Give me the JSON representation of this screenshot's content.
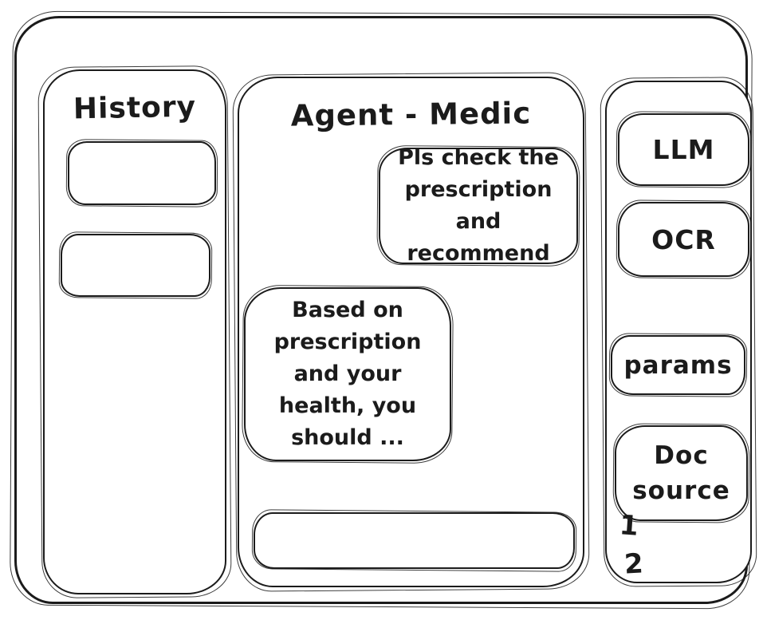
{
  "history_panel": {
    "title": "History"
  },
  "chat": {
    "title": "Agent - Medic",
    "messages": [
      {
        "role": "user",
        "text": "Pls check the prescription and recommend"
      },
      {
        "role": "assistant",
        "text": "Based on prescription and your health, you should ..."
      }
    ],
    "input": {
      "value": ""
    }
  },
  "tools": {
    "buttons": [
      {
        "label": "LLM"
      },
      {
        "label": "OCR"
      },
      {
        "label": "params"
      },
      {
        "label": "Doc source"
      }
    ],
    "annotations": [
      "1",
      "2"
    ]
  },
  "colors": {
    "ink": "#1b1b1b",
    "background": "#ffffff"
  }
}
